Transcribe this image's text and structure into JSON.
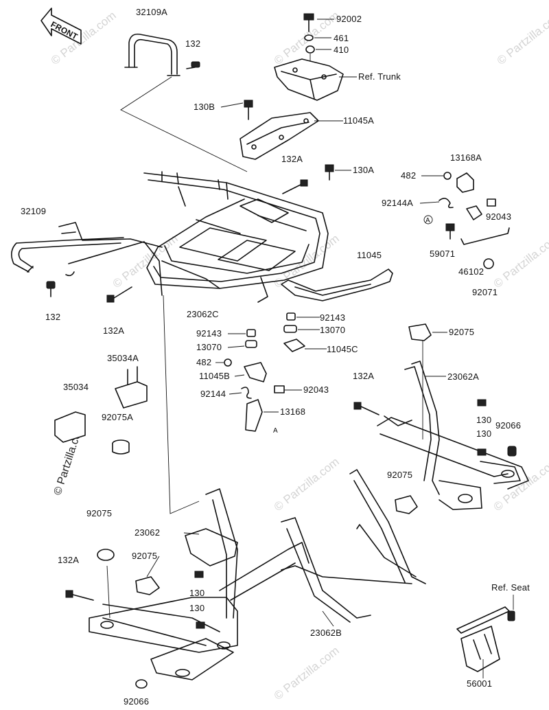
{
  "diagram": {
    "front_label": "FRONT",
    "labels": {
      "p_32109A": "32109A",
      "p_132_top": "132",
      "p_92002": "92002",
      "p_461": "461",
      "p_410": "410",
      "p_ref_trunk": "Ref. Trunk",
      "p_130B": "130B",
      "p_11045A": "11045A",
      "p_132A_top": "132A",
      "p_130A": "130A",
      "p_482_top": "482",
      "p_13168A": "13168A",
      "p_92144A": "92144A",
      "p_92043_top": "92043",
      "p_A_top": "A",
      "p_59071": "59071",
      "p_46102": "46102",
      "p_92071": "92071",
      "p_32109": "32109",
      "p_132_left": "132",
      "p_132A_left": "132A",
      "p_23062C": "23062C",
      "p_11045": "11045",
      "p_92143_right": "92143",
      "p_13070_right": "13070",
      "p_11045C": "11045C",
      "p_92143_left": "92143",
      "p_13070_left": "13070",
      "p_482_mid": "482",
      "p_11045B": "11045B",
      "p_92144": "92144",
      "p_92043_mid": "92043",
      "p_13168": "13168",
      "p_A_mid": "A",
      "p_92075_top": "92075",
      "p_132A_mid": "132A",
      "p_23062A": "23062A",
      "p_130_r1": "130",
      "p_130_r2": "130",
      "p_92066_right": "92066",
      "p_35034A": "35034A",
      "p_35034": "35034",
      "p_92075A": "92075A",
      "p_92075_mid": "92075",
      "p_92075_left": "92075",
      "p_92075_lc": "92075",
      "p_23062": "23062",
      "p_132A_bottom": "132A",
      "p_130_b1": "130",
      "p_130_b2": "130",
      "p_23062B": "23062B",
      "p_ref_seat": "Ref. Seat",
      "p_56001": "56001",
      "p_92066_bottom": "92066"
    },
    "watermarks": {
      "side": "© Partzilla.com",
      "tile": "© Partzilla.com"
    }
  }
}
